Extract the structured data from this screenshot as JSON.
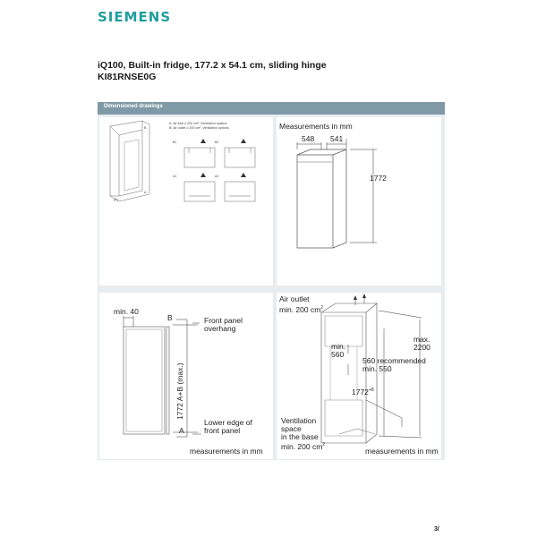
{
  "brand": "SIEMENS",
  "product": {
    "title": "iQ100, Built-in fridge, 177.2 x 54.1 cm, sliding hinge",
    "model": "KI81RNSE0G"
  },
  "section_title": "Dimensioned drawings",
  "panel1": {
    "note_a": "A: Air inlet ≥ 200 cm². Ventilation options",
    "note_b": "B: Air outlet ≥ 200 cm². Ventilation options",
    "labels": [
      "B1",
      "B2",
      "A1",
      "A2"
    ],
    "marks": [
      "A",
      "B",
      "(A)"
    ]
  },
  "panel2": {
    "caption": "Measurements in mm",
    "depth": "548",
    "width": "541",
    "height": "1772"
  },
  "panel3": {
    "min_label": "min. 40",
    "b_label": "B",
    "a_label": "A",
    "front_overhang": "Front panel overhang",
    "height_label": "1772 A+B (max.)",
    "lower_edge": "Lower edge of front panel",
    "footer": "measurements in mm"
  },
  "panel4": {
    "air_outlet": "Air outlet",
    "air_outlet_min": "min. 200 cm",
    "sup2": "2",
    "max": "max.",
    "max_val": "2200",
    "min": "min.",
    "min_val": "560",
    "recommended": "560 recommended",
    "min_550": "min. 550",
    "height": "1772",
    "height_tol": "+8",
    "ventilation1": "Ventilation",
    "ventilation2": "space",
    "ventilation3": "in the base",
    "ventilation4": "min. 200 cm",
    "footer": "measurements in mm"
  },
  "page_number": "3/"
}
